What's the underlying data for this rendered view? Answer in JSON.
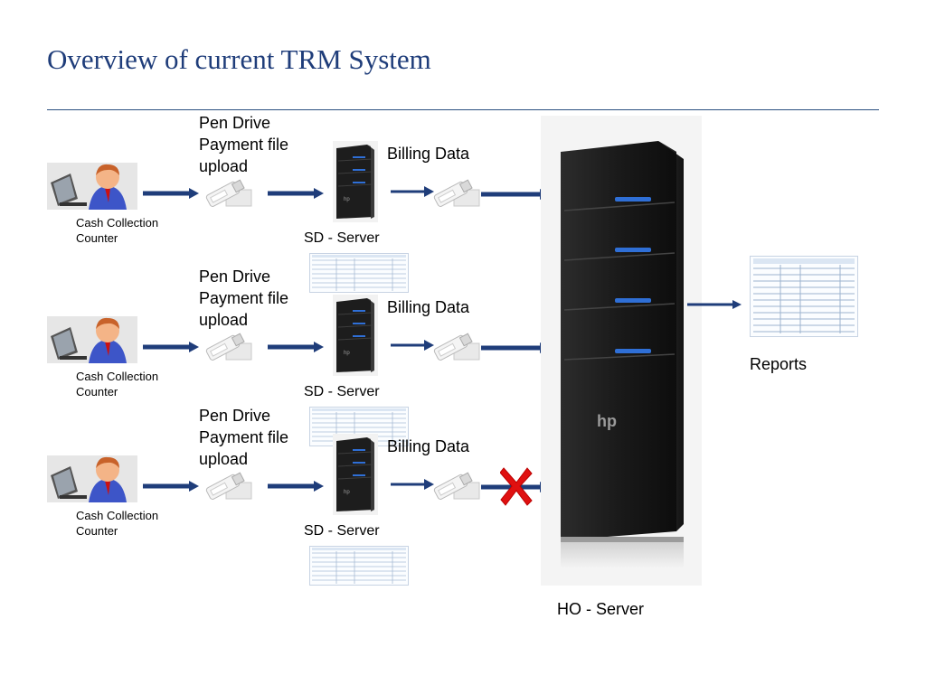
{
  "title": "Overview of current TRM System",
  "rows": [
    {
      "counter": [
        "Cash Collection",
        "Counter"
      ],
      "pen_drive": [
        "Pen Drive",
        "Payment file",
        "upload"
      ],
      "sd_server": "SD - Server",
      "billing": "Billing Data",
      "failed": false
    },
    {
      "counter": [
        "Cash Collection",
        "Counter"
      ],
      "pen_drive": [
        "Pen Drive",
        "Payment file",
        "upload"
      ],
      "sd_server": "SD - Server",
      "billing": "Billing Data",
      "failed": false
    },
    {
      "counter": [
        "Cash Collection",
        "Counter"
      ],
      "pen_drive": [
        "Pen Drive",
        "Payment file",
        "upload"
      ],
      "sd_server": "SD - Server",
      "billing": "Billing Data",
      "failed": true
    }
  ],
  "ho_server": "HO - Server",
  "reports": "Reports",
  "colors": {
    "title": "#1f3d7a",
    "arrow": "#1f3d7a",
    "failure": "#e01010"
  },
  "icons": [
    "cashier-icon",
    "pen-drive-icon",
    "server-icon",
    "document-thumbnail-icon",
    "ho-server-icon",
    "reports-icon",
    "red-x-icon"
  ]
}
